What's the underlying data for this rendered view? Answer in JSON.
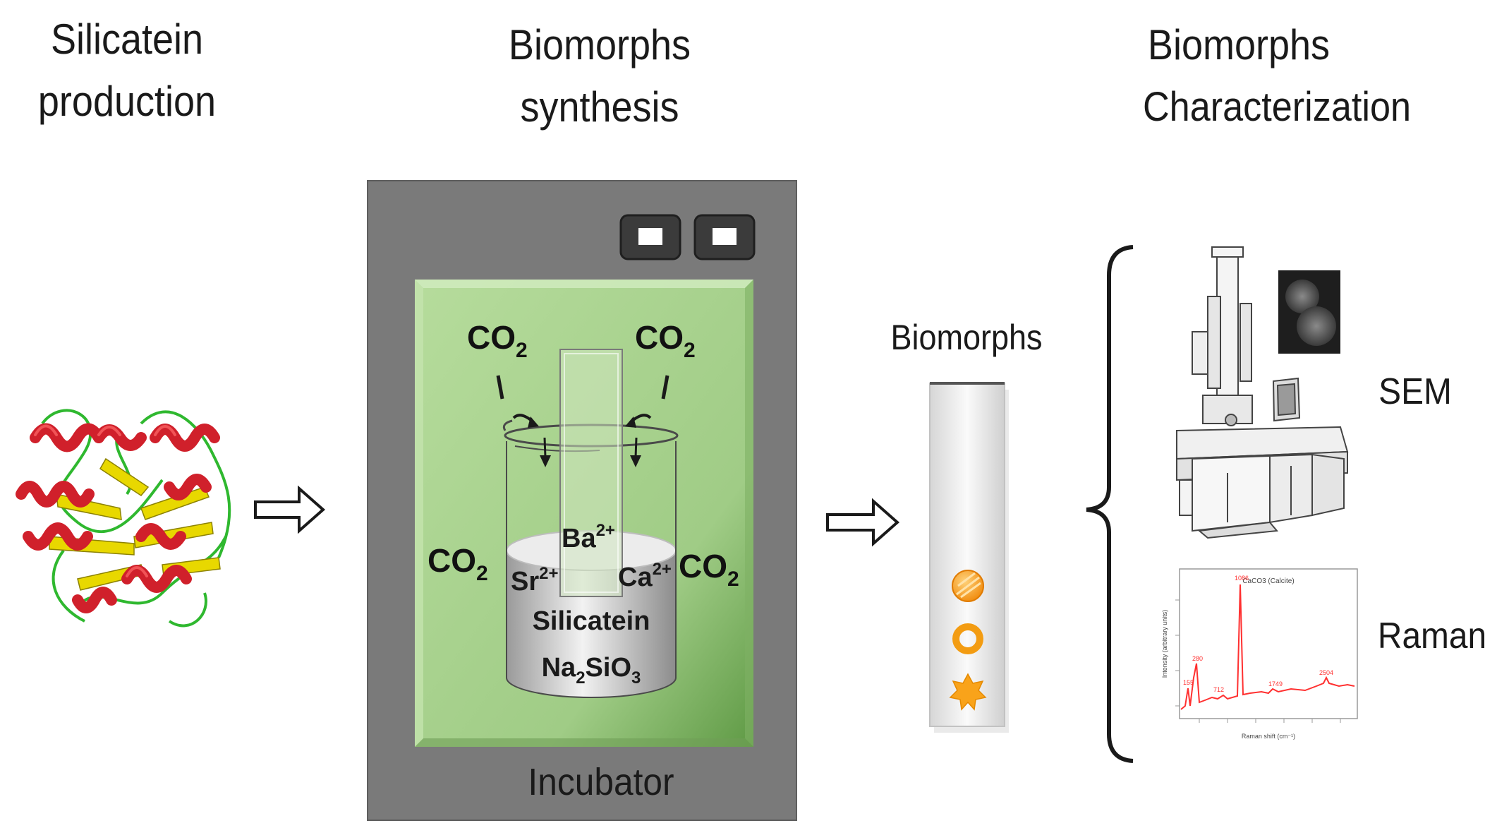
{
  "headings": {
    "col1_line1": "Silicatein",
    "col1_line2": "production",
    "col2_line1": "Biomorphs",
    "col2_line2": "synthesis",
    "col3_line1": "Biomorphs",
    "col3_line2": "Characterization"
  },
  "incubator": {
    "label": "Incubator",
    "co2_labels": [
      "CO2",
      "CO2",
      "CO2",
      "CO2"
    ],
    "beaker": {
      "ions": {
        "ba": "Ba",
        "sr": "Sr",
        "ca": "Ca",
        "charge": "2+"
      },
      "contents_line1": "Silicatein",
      "contents_line2_parts": [
        "Na",
        "2",
        "SiO",
        "3"
      ]
    }
  },
  "slide": {
    "label": "Biomorphs"
  },
  "characterization": {
    "sem_label": "SEM",
    "raman_label": "Raman",
    "raman_plot_title": "CaCO3 (Calcite)",
    "raman_xlabel": "Raman shift (cm⁻¹)",
    "raman_ylabel": "Intensity (arbitrary units)",
    "raman_peaks": [
      "1086",
      "280",
      "155",
      "712",
      "1749",
      "2504"
    ]
  },
  "colors": {
    "incubator_frame": "#7a7a7a",
    "chamber_green": "#a4d08a",
    "protein_helix": "#d0202b",
    "protein_sheet": "#e8d800",
    "protein_loop": "#2fb82f",
    "biomorph_orange": "#f39c12",
    "raman_red": "#ff3030"
  }
}
